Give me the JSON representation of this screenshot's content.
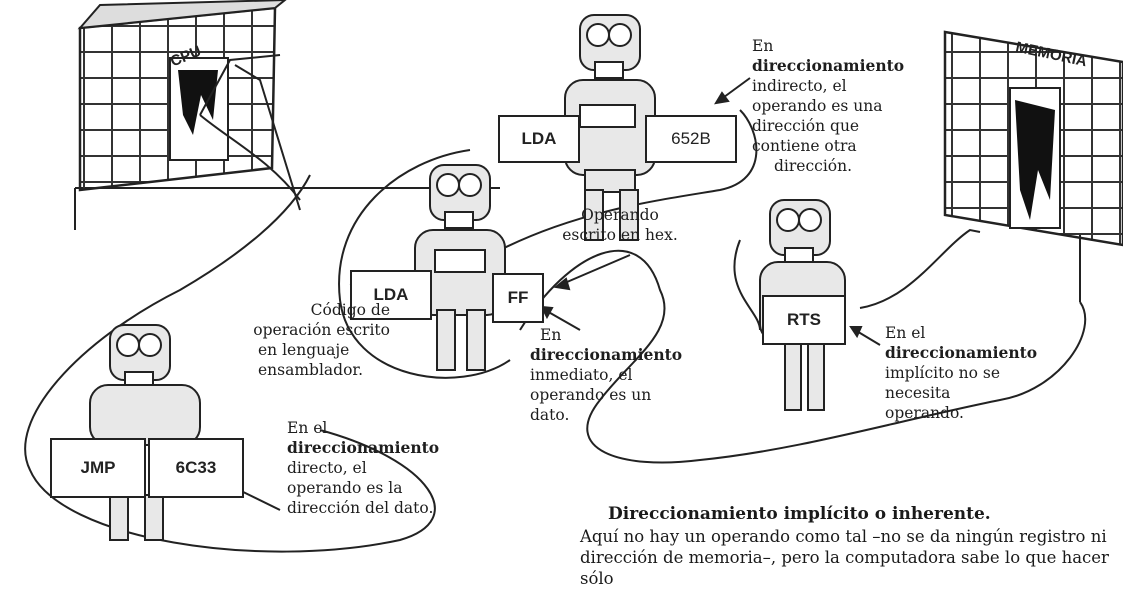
{
  "buildings": {
    "cpu": "CPU",
    "memoria": "MEMORIA"
  },
  "robots": {
    "indirecto": {
      "left_sign": "LDA",
      "right_sign": "652B"
    },
    "inmediato": {
      "left_sign": "LDA",
      "right_sign": "FF"
    },
    "implicito": {
      "sign": "RTS"
    },
    "directo": {
      "left_sign": "JMP",
      "right_sign": "6C33"
    }
  },
  "captions": {
    "indirecto": [
      "En",
      "direccionamiento",
      "indirecto, el",
      "operando es una",
      "dirección que",
      "contiene otra",
      "dirección."
    ],
    "operando_hex": [
      "Operando",
      "escrito en hex."
    ],
    "codigo": [
      "Código de",
      "operación escrito",
      "en lenguaje",
      "ensamblador."
    ],
    "inmediato": [
      "En",
      "direccionamiento",
      "inmediato, el",
      "operando es un",
      "dato."
    ],
    "implicito": [
      "En el",
      "direccionamiento",
      "implícito no se",
      "necesita",
      "operando."
    ],
    "directo": [
      "En el",
      "direccionamiento",
      "directo, el",
      "operando es la",
      "dirección del dato."
    ]
  },
  "footer": {
    "title": "Direccionamiento implícito o inherente.",
    "body": "Aquí no hay un operando como tal –no se da ningún registro ni dirección de memoria–, pero la computadora sabe lo que hacer sólo"
  }
}
